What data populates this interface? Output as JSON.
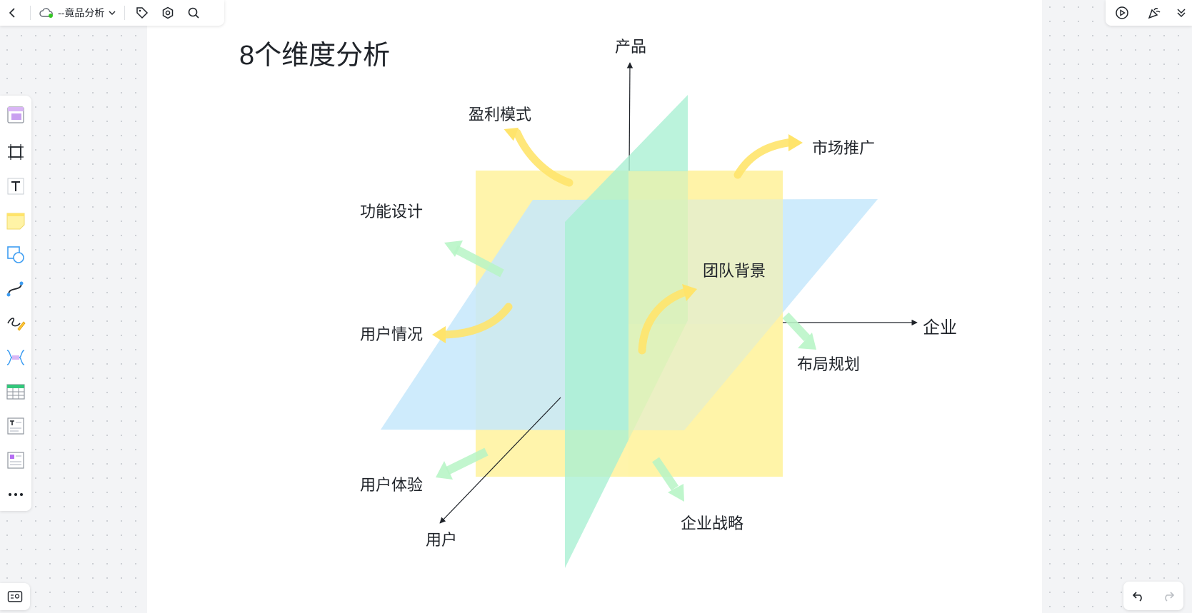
{
  "toolbar": {
    "doc_title": "--竟品分析"
  },
  "board": {
    "title": "8个维度分析",
    "axes": {
      "product": "产品",
      "enterprise": "企业",
      "user": "用户"
    },
    "labels": {
      "profit_model": "盈利模式",
      "market_promotion": "市场推广",
      "function_design": "功能设计",
      "team_background": "团队背景",
      "user_situation": "用户情况",
      "layout_planning": "布局规划",
      "user_experience": "用户体验",
      "enterprise_strategy": "企业战略"
    }
  },
  "colors": {
    "yellow_plane": "#fff3a6",
    "green_plane": "#a8f0d2",
    "blue_plane": "#c6e8fb",
    "yellow_arrow": "#ffe46b",
    "green_arrow": "#b8f5c6"
  }
}
